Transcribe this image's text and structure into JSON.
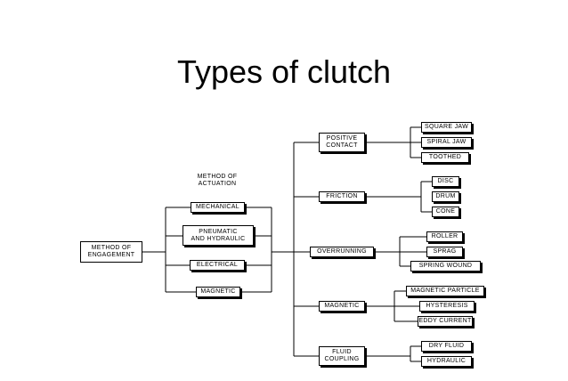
{
  "title": "Types of clutch",
  "actuation_heading": "METHOD OF\nACTUATION",
  "root": "METHOD OF\nENGAGEMENT",
  "actuation": {
    "mechanical": "MECHANICAL",
    "pneumatic": "PNEUMATIC\nAND HYDRAULIC",
    "electrical": "ELECTRICAL",
    "magnetic": "MAGNETIC"
  },
  "types": {
    "positive": {
      "label": "POSITIVE\nCONTACT",
      "children": [
        "SQUARE JAW",
        "SPIRAL JAW",
        "TOOTHED"
      ]
    },
    "friction": {
      "label": "FRICTION",
      "children": [
        "DISC",
        "DRUM",
        "CONE"
      ]
    },
    "overrunning": {
      "label": "OVERRUNNING",
      "children": [
        "ROLLER",
        "SPRAG",
        "SPRING WOUND"
      ]
    },
    "magnetic": {
      "label": "MAGNETIC",
      "children": [
        "MAGNETIC PARTICLE",
        "HYSTERESIS",
        "EDDY CURRENT"
      ]
    },
    "fluid": {
      "label": "FLUID\nCOUPLING",
      "children": [
        "DRY FLUID",
        "HYDRAULIC"
      ]
    }
  }
}
